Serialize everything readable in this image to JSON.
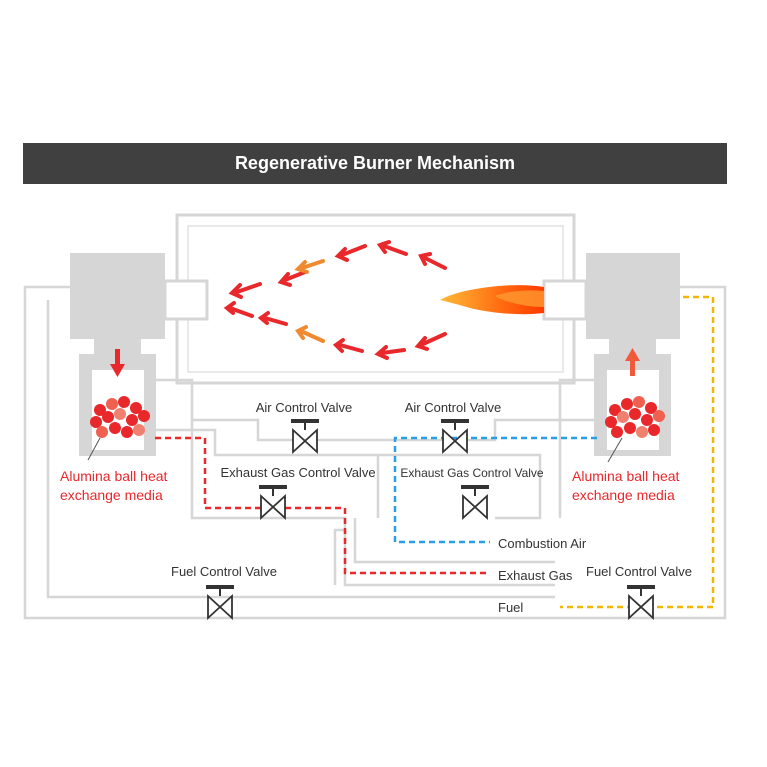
{
  "title": "Regenerative Burner Mechanism",
  "labels": {
    "air_valve_left": "Air Control Valve",
    "air_valve_right": "Air Control Valve",
    "exhaust_valve_left": "Exhaust Gas Control Valve",
    "exhaust_valve_right": "Exhaust Gas Control Valve",
    "fuel_valve_left": "Fuel Control Valve",
    "fuel_valve_right": "Fuel Control Valve",
    "media_left_1": "Alumina ball heat",
    "media_left_2": "exchange media",
    "media_right_1": "Alumina ball heat",
    "media_right_2": "exchange media",
    "legend_air": "Combustion Air",
    "legend_exhaust": "Exhaust Gas",
    "legend_fuel": "Fuel"
  },
  "colors": {
    "title_bar": "#404040",
    "pipe": "#d6d6d6",
    "exhaust_gas": "#e8282b",
    "combustion_air": "#2a9de8",
    "fuel": "#f2b705",
    "media_red": "#e8282b",
    "valve": "#333333"
  }
}
